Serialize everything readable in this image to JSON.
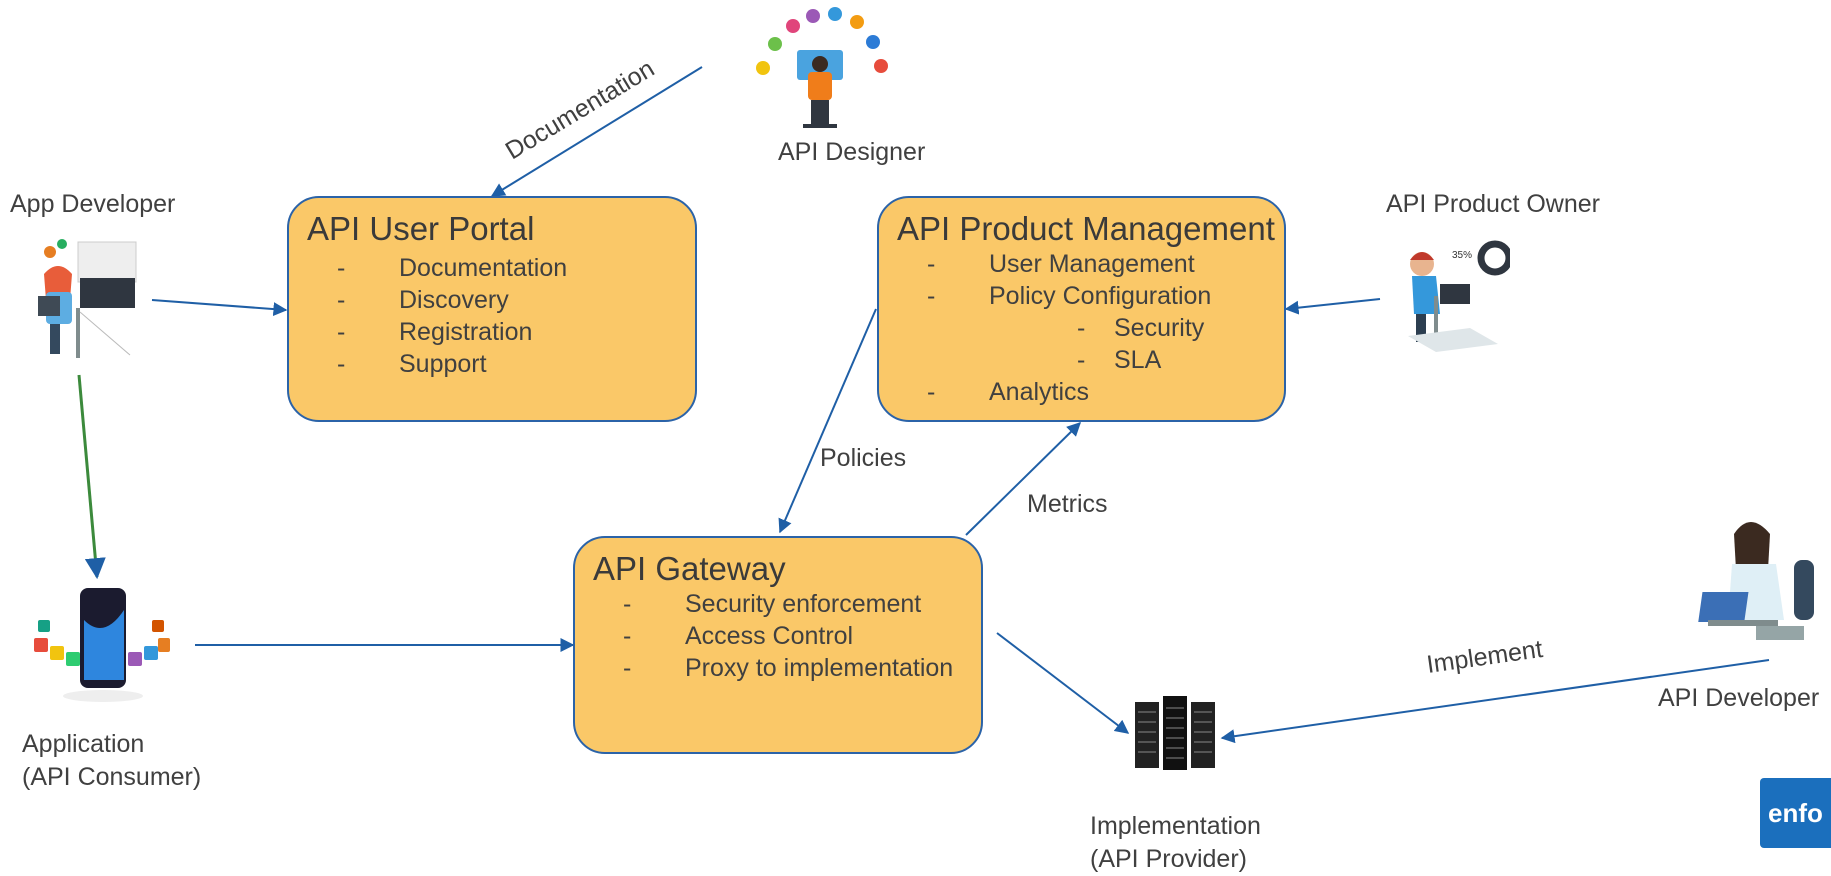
{
  "actors": {
    "app_developer": "App Developer",
    "api_designer": "API Designer",
    "api_product_owner": "API Product Owner",
    "api_developer": "API Developer",
    "application_line1": "Application",
    "application_line2": "(API Consumer)",
    "implementation_line1": "Implementation",
    "implementation_line2": "(API Provider)"
  },
  "boxes": {
    "user_portal": {
      "title": "API User Portal",
      "items": [
        "Documentation",
        "Discovery",
        "Registration",
        "Support"
      ]
    },
    "product_management": {
      "title": "API Product Management",
      "items": [
        {
          "text": "User Management",
          "level": 0
        },
        {
          "text": "Policy Configuration",
          "level": 0
        },
        {
          "text": "Security",
          "level": 1
        },
        {
          "text": "SLA",
          "level": 1
        },
        {
          "text": "Analytics",
          "level": 0
        }
      ]
    },
    "gateway": {
      "title": "API Gateway",
      "items": [
        "Security enforcement",
        "Access Control",
        "Proxy to implementation"
      ]
    }
  },
  "bullet_marker": "-",
  "edges": {
    "documentation": "Documentation",
    "policies": "Policies",
    "metrics": "Metrics",
    "implement": "Implement"
  },
  "logo_text": "enfo",
  "colors": {
    "box_fill": "#fac868",
    "box_border": "#2b63a8",
    "arrow": "#1f5fa6",
    "logo": "#1b6fbd"
  }
}
